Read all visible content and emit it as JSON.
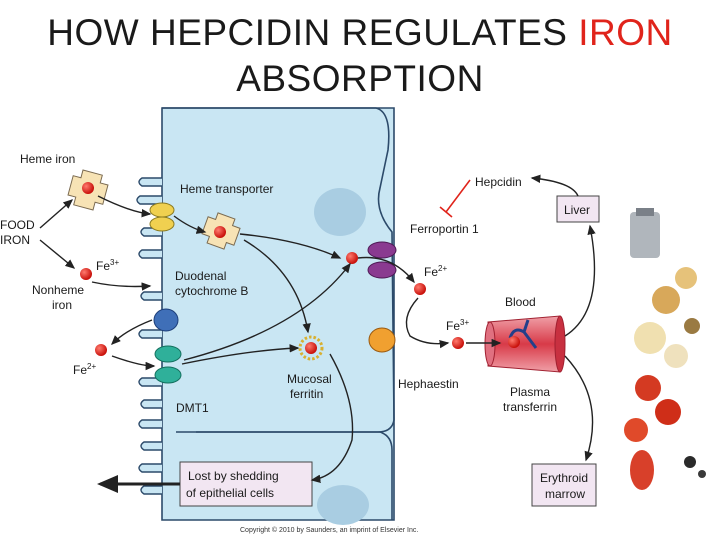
{
  "title": {
    "line1_prefix": "HOW HEPCIDIN REGULATES ",
    "line1_highlight": "IRON",
    "line2": "ABSORPTION"
  },
  "labels": {
    "heme_iron": "Heme iron",
    "food_iron_1": "FOOD",
    "food_iron_2": "IRON",
    "nonheme_1": "Nonheme",
    "nonheme_2": "iron",
    "fe3": "Fe",
    "fe3_sup": "3+",
    "fe2": "Fe",
    "fe2_sup": "2+",
    "heme_transporter": "Heme transporter",
    "duodenal_1": "Duodenal",
    "duodenal_2": "cytochrome B",
    "dmt1": "DMT1",
    "mucosal_1": "Mucosal",
    "mucosal_2": "ferritin",
    "ferroportin": "Ferroportin 1",
    "hephaestin": "Hephaestin",
    "hepcidin": "Hepcidin",
    "liver": "Liver",
    "blood": "Blood",
    "plasma_1": "Plasma",
    "plasma_2": "transferrin",
    "erythroid_1": "Erythroid",
    "erythroid_2": "marrow",
    "shed_1": "Lost by shedding",
    "shed_2": "of epithelial cells"
  },
  "copyright": "Copyright © 2010 by Saunders, an imprint of Elsevier Inc.",
  "colors": {
    "title_highlight": "#e0241b",
    "cell": "#c9e6f3",
    "iron": "#e0241b",
    "box_fill": "#f2e6f2"
  }
}
